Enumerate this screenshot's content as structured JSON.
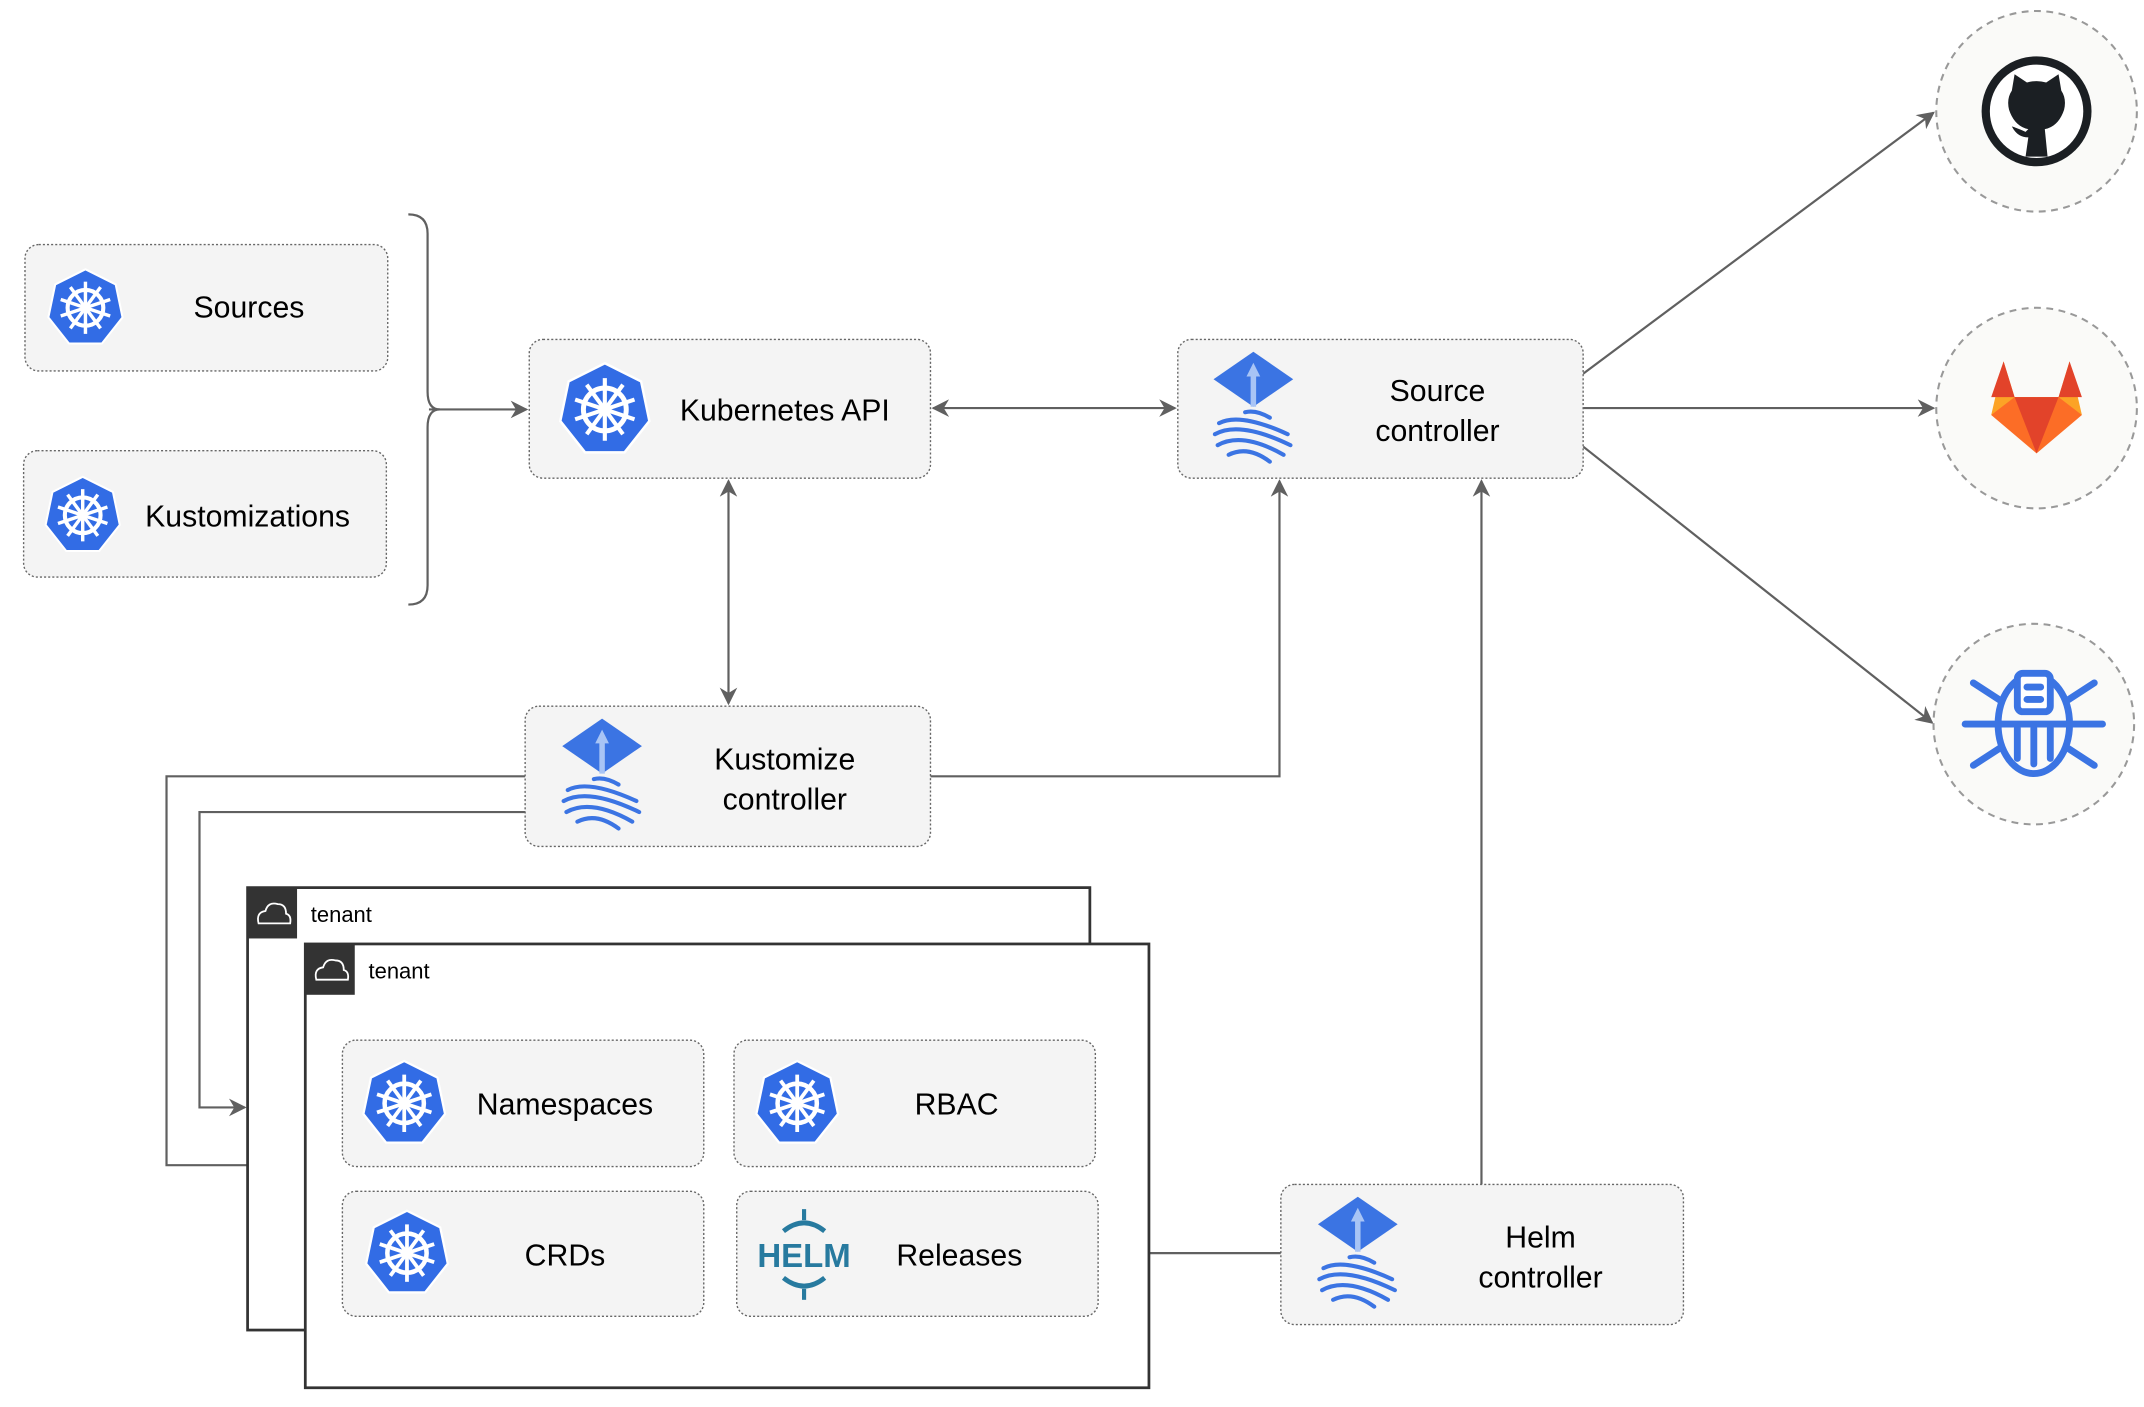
{
  "nodes": {
    "sources": "Sources",
    "kustomizations": "Kustomizations",
    "kubernetes_api": "Kubernetes API",
    "source_controller": [
      "Source",
      "controller"
    ],
    "kustomize_controller": [
      "Kustomize",
      "controller"
    ],
    "helm_controller": [
      "Helm",
      "controller"
    ],
    "namespaces": "Namespaces",
    "rbac": "RBAC",
    "crds": "CRDs",
    "releases": "Releases"
  },
  "tenants": [
    "tenant",
    "tenant"
  ],
  "helm_logo_text": "HELM",
  "external_sources": [
    "github-icon",
    "gitlab-icon",
    "bucket-icon"
  ],
  "colors": {
    "kubernetes_blue": "#326ce5",
    "flux_blue": "#3b74e3",
    "helm_teal": "#277a9f",
    "gitlab_orange": "#e2432a",
    "github_dark": "#1b1f23",
    "connector": "#606060"
  }
}
